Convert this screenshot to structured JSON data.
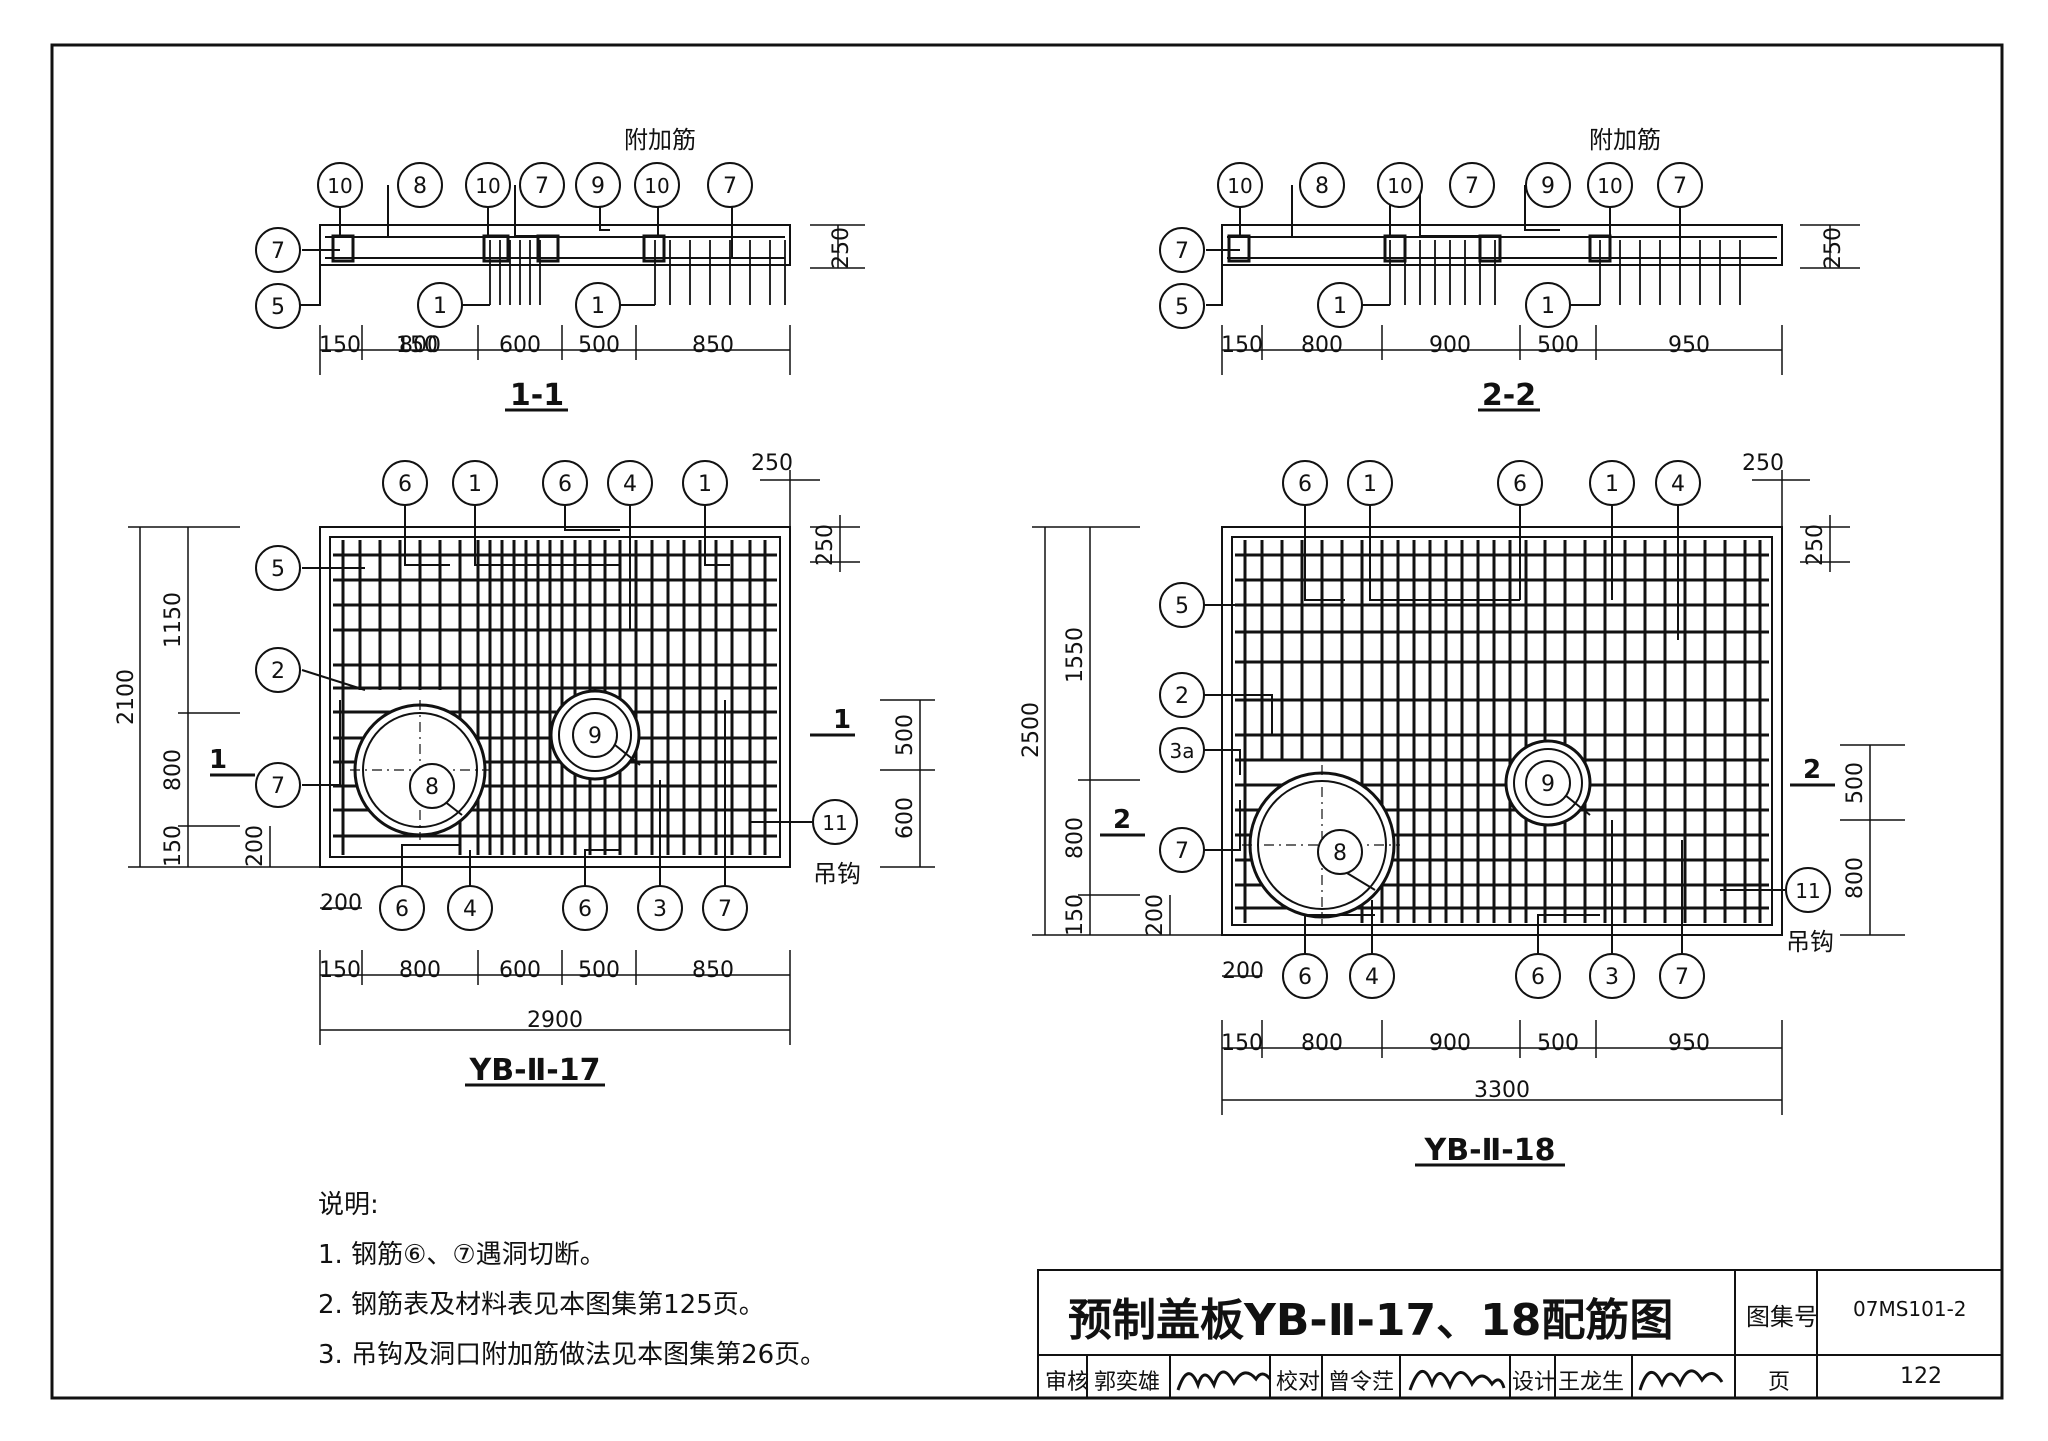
{
  "drawing_title": "预制盖板YB-Ⅱ-17、18配筋图",
  "sections": {
    "s1": {
      "label": "1-1",
      "extra_rebar": "附加筋",
      "dims": [
        "150",
        "800",
        "600",
        "500",
        "850"
      ],
      "height": "250",
      "callouts": [
        "10",
        "8",
        "10",
        "7",
        "9",
        "10",
        "7",
        "7",
        "5",
        "1",
        "1"
      ]
    },
    "s2": {
      "label": "2-2",
      "extra_rebar": "附加筋",
      "dims": [
        "150",
        "800",
        "900",
        "500",
        "950"
      ],
      "height": "250",
      "callouts": [
        "10",
        "8",
        "10",
        "7",
        "9",
        "10",
        "7",
        "7",
        "5",
        "1",
        "1"
      ]
    }
  },
  "plans": {
    "p17": {
      "label": "YB-Ⅱ-17",
      "bottom_dims": [
        "150",
        "800",
        "600",
        "500",
        "850"
      ],
      "total": "2900",
      "left_dims": {
        "total": "2100",
        "a": "1150",
        "b": "800",
        "c": "150",
        "d": "200"
      },
      "right_dims": {
        "a": "500",
        "b": "600",
        "top": "250",
        "side": "250"
      },
      "left_small": "200",
      "section_mark": "1",
      "hook": "吊钩",
      "top_callouts": [
        "6",
        "1",
        "6",
        "4",
        "1"
      ],
      "left_callouts": [
        "5",
        "2",
        "7"
      ],
      "bottom_callouts": [
        "6",
        "4",
        "6",
        "3",
        "7"
      ],
      "inner_callouts": [
        "9",
        "8"
      ],
      "right_callout": "11"
    },
    "p18": {
      "label": "YB-Ⅱ-18",
      "bottom_dims": [
        "150",
        "800",
        "900",
        "500",
        "950"
      ],
      "total": "3300",
      "left_dims": {
        "total": "2500",
        "a": "1550",
        "b": "800",
        "c": "150",
        "d": "200"
      },
      "right_dims": {
        "a": "500",
        "b": "800",
        "top": "250",
        "side": "250"
      },
      "left_small": "200",
      "section_mark": "2",
      "hook": "吊钩",
      "top_callouts": [
        "6",
        "1",
        "6",
        "1",
        "4"
      ],
      "left_callouts": [
        "5",
        "2",
        "3a",
        "7"
      ],
      "bottom_callouts": [
        "6",
        "4",
        "6",
        "3",
        "7"
      ],
      "inner_callouts": [
        "9",
        "8"
      ],
      "right_callout": "11"
    }
  },
  "notes": {
    "heading": "说明:",
    "items": [
      "1. 钢筋⑥、⑦遇洞切断。",
      "2. 钢筋表及材料表见本图集第125页。",
      "3. 吊钩及洞口附加筋做法见本图集第26页。"
    ]
  },
  "title_block": {
    "atlas_label": "图集号",
    "atlas_no": "07MS101-2",
    "page_label": "页",
    "page_no": "122",
    "review_label": "审核",
    "reviewer": "郭奕雄",
    "check_label": "校对",
    "checker": "曾令茳",
    "design_label": "设计",
    "designer": "王龙生"
  }
}
